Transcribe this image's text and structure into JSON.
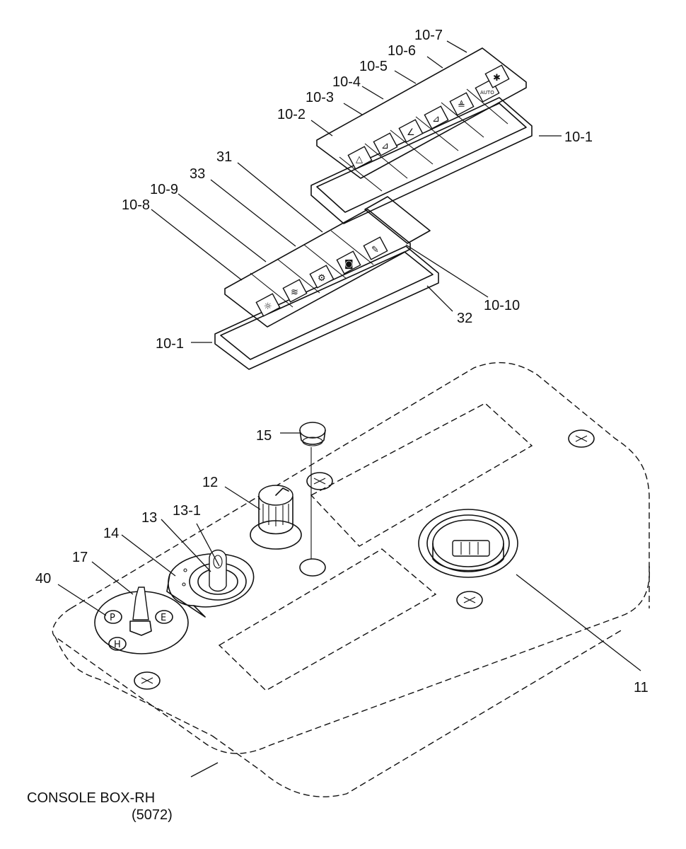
{
  "caption": {
    "line1": "CONSOLE BOX-RH",
    "line2": "(5072)"
  },
  "callouts": {
    "c10_7": "10-7",
    "c10_6": "10-6",
    "c10_5": "10-5",
    "c10_4": "10-4",
    "c10_3": "10-3",
    "c10_2": "10-2",
    "c10_1_top": "10-1",
    "c31": "31",
    "c33": "33",
    "c10_9": "10-9",
    "c10_8": "10-8",
    "c10_10": "10-10",
    "c32": "32",
    "c10_1_bottom": "10-1",
    "c15": "15",
    "c12": "12",
    "c13": "13",
    "c13_1": "13-1",
    "c14": "14",
    "c17": "17",
    "c40": "40",
    "c11": "11"
  },
  "symbols": {
    "upper_switch_tabs": [
      "△",
      "⊿",
      "∠",
      "⊿",
      "≜",
      "AUTO",
      "✱"
    ],
    "lower_switch_tabs": [
      "☼",
      "≋",
      "⚙",
      "◙",
      "✎"
    ],
    "selector_marks": [
      "P",
      "E",
      "H"
    ],
    "top_rows_label_abbrev": "AUTO"
  },
  "colors": {
    "line": "#111111",
    "background": "#ffffff"
  }
}
